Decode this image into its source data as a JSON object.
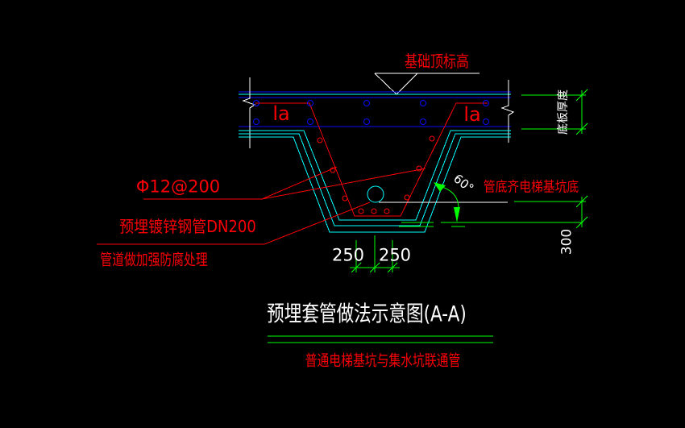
{
  "colors": {
    "background": "#000000",
    "red": "#fb0006",
    "green": "#00ff00",
    "cyan": "#00ffff",
    "blue": "#0a0afc",
    "white": "#ffffff"
  },
  "drawing": {
    "elevation_label": "基础顶标高",
    "anchorage_left": "la",
    "anchorage_right": "la",
    "rebar_spacing_label": "Φ12@200",
    "embedded_pipe_label": "预埋镀锌钢管DN200",
    "pipe_treatment_note": "管道做加强防腐处理",
    "pipe_bottom_note": "管底齐电梯基坑底",
    "slab_thickness_label": "底板厚度",
    "angle_label": "60°",
    "dim_depth": "300",
    "dim_left": "250",
    "dim_right": "250"
  },
  "titleblock": {
    "title": "预埋套管做法示意图(A-A)",
    "subtitle": "普通电梯基坑与集水坑联通管"
  }
}
